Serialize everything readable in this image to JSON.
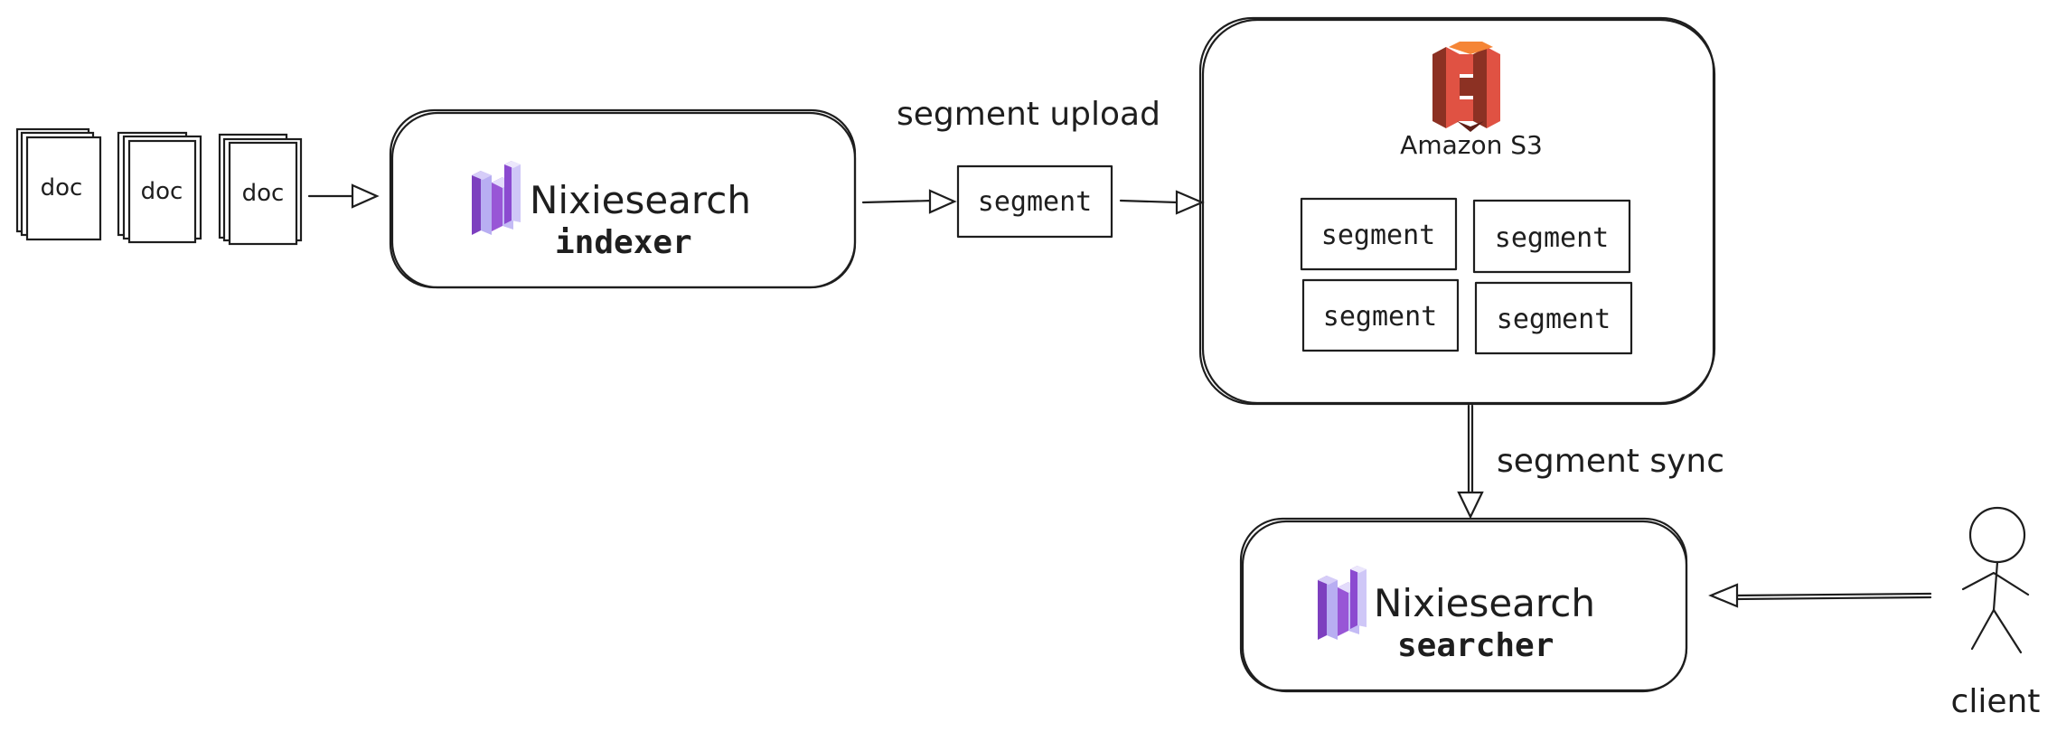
{
  "documents": [
    {
      "label": "doc"
    },
    {
      "label": "doc"
    },
    {
      "label": "doc"
    }
  ],
  "indexer": {
    "brand": "Nixiesearch",
    "role": "indexer"
  },
  "upload": {
    "label": "segment upload",
    "segment": "segment"
  },
  "s3": {
    "name": "Amazon S3",
    "segments": [
      "segment",
      "segment",
      "segment",
      "segment"
    ]
  },
  "sync": {
    "label": "segment sync"
  },
  "searcher": {
    "brand": "Nixiesearch",
    "role": "searcher"
  },
  "client": {
    "label": "client"
  },
  "colors": {
    "ink": "#1e1e1e",
    "s3_red": "#e05243",
    "s3_dark": "#8c3123",
    "logo_purple": "#8f4fcf",
    "logo_lavender": "#b9b1f2"
  }
}
